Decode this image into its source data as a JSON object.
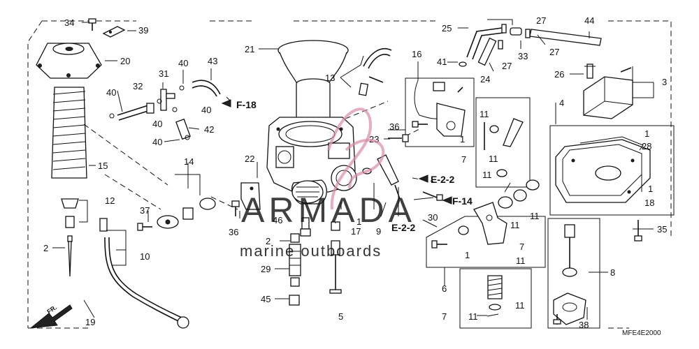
{
  "callouts": {
    "c34": "34",
    "c39": "39",
    "c20": "20",
    "c15": "15",
    "c12": "12",
    "c2a": "2",
    "c10": "10",
    "c19": "19",
    "c40a": "40",
    "c32": "32",
    "c31": "31",
    "c40b": "40",
    "c40c": "40",
    "c43": "43",
    "c40d": "40",
    "c42": "42",
    "c40e": "40",
    "c14": "14",
    "c37": "37",
    "c21": "21",
    "c13": "13",
    "c16": "16",
    "c41": "41",
    "c25": "25",
    "c27a": "27",
    "c44": "44",
    "c27b": "27",
    "c27c": "27",
    "c33": "33",
    "c24": "24",
    "c26": "26",
    "c3": "3",
    "c36a": "36",
    "c23": "23",
    "c1a": "1",
    "c11a": "11",
    "c7a": "7",
    "c11b": "11",
    "c11c": "11",
    "c4": "4",
    "c1b": "1",
    "c28": "28",
    "c1c": "1",
    "c18": "18",
    "c35": "35",
    "c22": "22",
    "c36b": "36",
    "c46": "46",
    "c2b": "2",
    "c29": "29",
    "c45": "45",
    "c17": "17",
    "c9": "9",
    "c1d": "1",
    "c30": "30",
    "c11d": "11",
    "c11e": "11",
    "c1e": "1",
    "c7b": "7",
    "c11f": "11",
    "c6": "6",
    "c8": "8",
    "c11g": "11",
    "c7c": "7",
    "c11h": "11",
    "c38": "38",
    "c5": "5"
  },
  "references": {
    "f18": "F-18",
    "e22a": "E-2-2",
    "f14": "F-14",
    "e22b": "E-2-2"
  },
  "watermark": {
    "brand": "ARMADA",
    "tagline": "marine outboards"
  },
  "direction": "FR.",
  "diagram_code": "MFE4E2000"
}
